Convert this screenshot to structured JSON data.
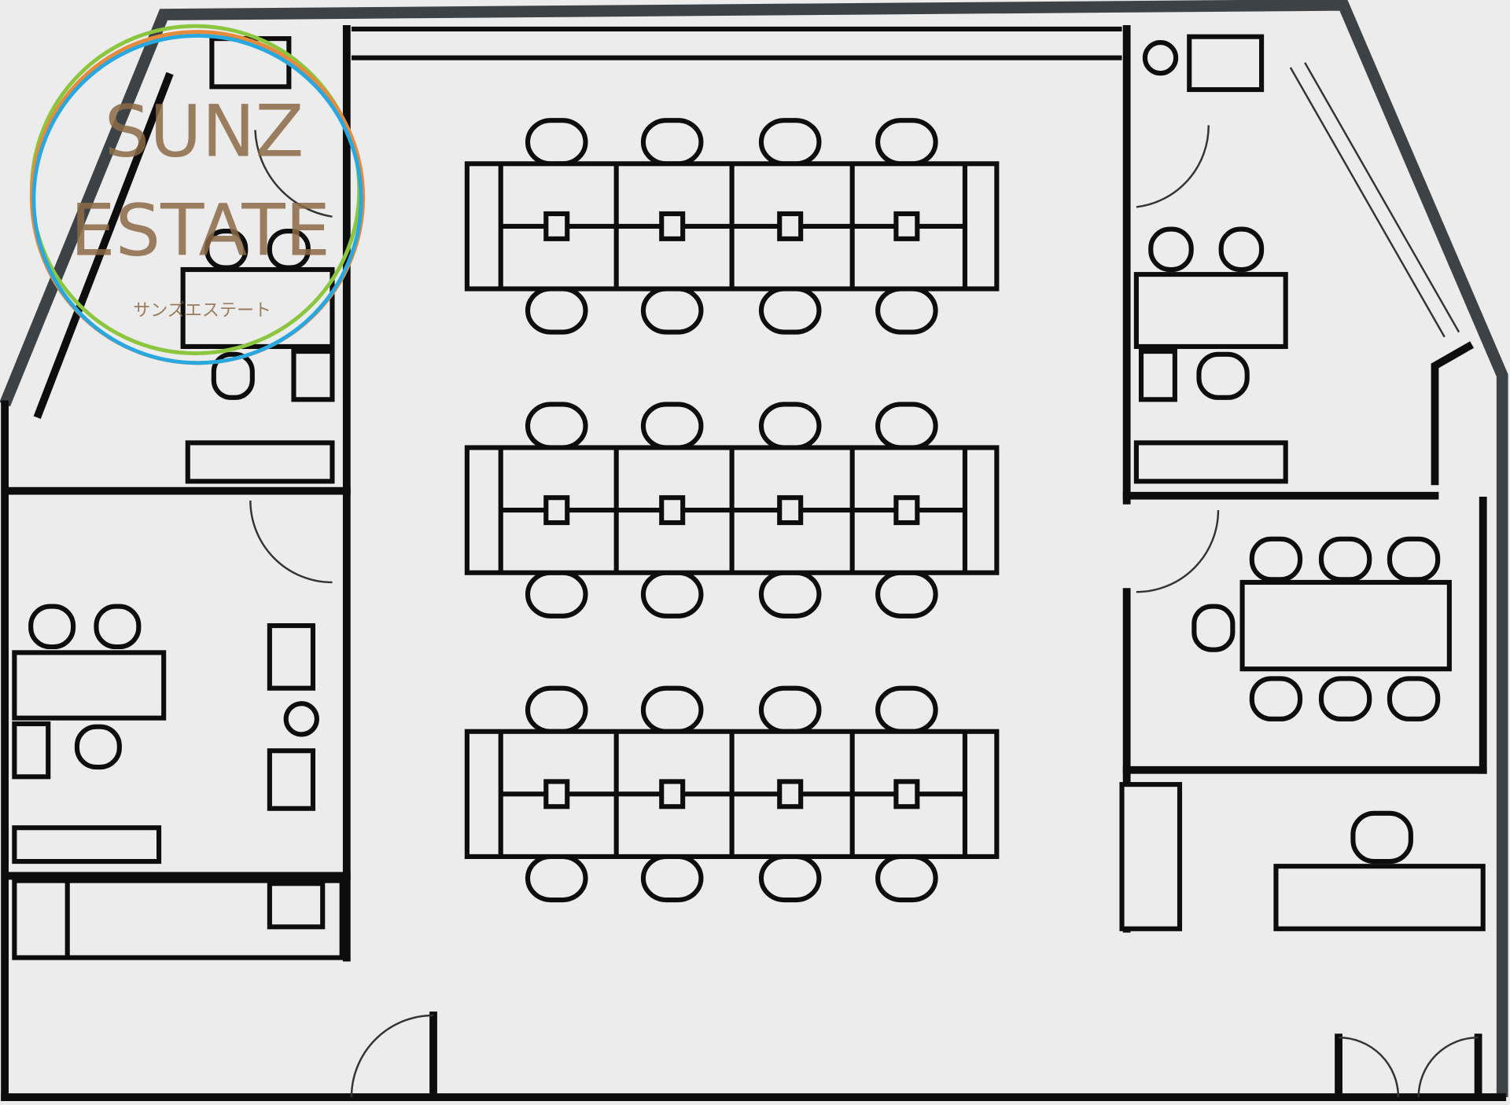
{
  "logo": {
    "line1": "SUNZ",
    "line2": "ESTATE",
    "subtitle": "サンズエステート",
    "ring_colors": [
      "#8cc63f",
      "#e88a3c",
      "#29a8e0"
    ],
    "text_color": "#8b6a45"
  },
  "floor_plan": {
    "desk_clusters": 3,
    "workstations_per_cluster": 8
  }
}
